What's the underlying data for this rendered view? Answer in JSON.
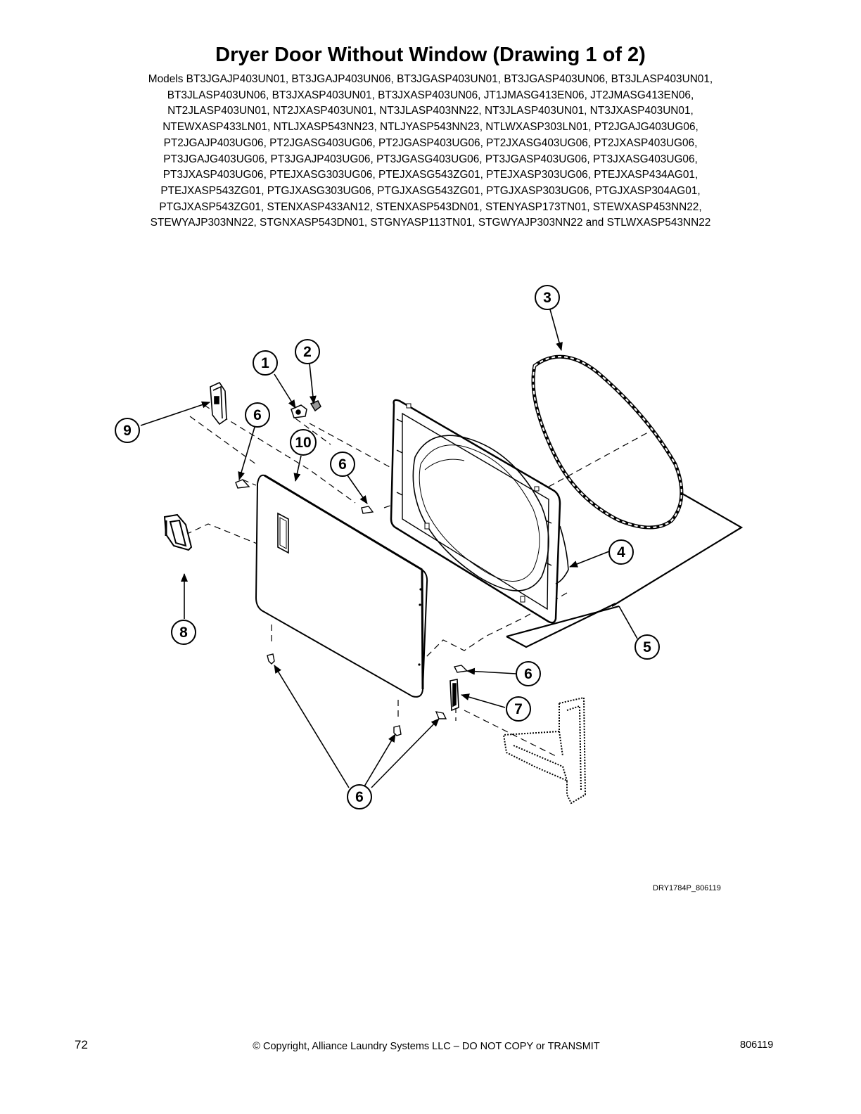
{
  "title": "Dryer Door Without Window (Drawing 1 of 2)",
  "models_lines": [
    "Models BT3JGAJP403UN01, BT3JGAJP403UN06, BT3JGASP403UN01, BT3JGASP403UN06, BT3JLASP403UN01,",
    "BT3JLASP403UN06, BT3JXASP403UN01, BT3JXASP403UN06, JT1JMASG413EN06, JT2JMASG413EN06,",
    "NT2JLASP403UN01, NT2JXASP403UN01, NT3JLASP403NN22, NT3JLASP403UN01, NT3JXASP403UN01,",
    "NTEWXASP433LN01, NTLJXASP543NN23, NTLJYASP543NN23, NTLWXASP303LN01, PT2JGAJG403UG06,",
    "PT2JGAJP403UG06, PT2JGASG403UG06, PT2JGASP403UG06, PT2JXASG403UG06, PT2JXASP403UG06,",
    "PT3JGAJG403UG06, PT3JGAJP403UG06, PT3JGASG403UG06, PT3JGASP403UG06, PT3JXASG403UG06,",
    "PT3JXASP403UG06, PTEJXASG303UG06, PTEJXASG543ZG01, PTEJXASP303UG06, PTEJXASP434AG01,",
    "PTEJXASP543ZG01, PTGJXASG303UG06, PTGJXASG543ZG01, PTGJXASP303UG06, PTGJXASP304AG01,",
    "PTGJXASP543ZG01, STENXASP433AN12, STENXASP543DN01, STENYASP173TN01, STEWXASP453NN22,",
    "STEWYAJP303NN22, STGNXASP543DN01, STGNYASP113TN01, STGWYAJP303NN22 and STLWXASP543NN22"
  ],
  "callouts": {
    "c1": "1",
    "c2": "2",
    "c3": "3",
    "c4": "4",
    "c5": "5",
    "c6a": "6",
    "c6b": "6",
    "c6c": "6",
    "c6d": "6",
    "c7": "7",
    "c8": "8",
    "c9": "9",
    "c10": "10"
  },
  "drawing_code": "DRY1784P_806119",
  "footer": {
    "page_number": "72",
    "copyright": "© Copyright, Alliance Laundry Systems LLC – DO NOT COPY or TRANSMIT",
    "doc_number": "806119"
  }
}
